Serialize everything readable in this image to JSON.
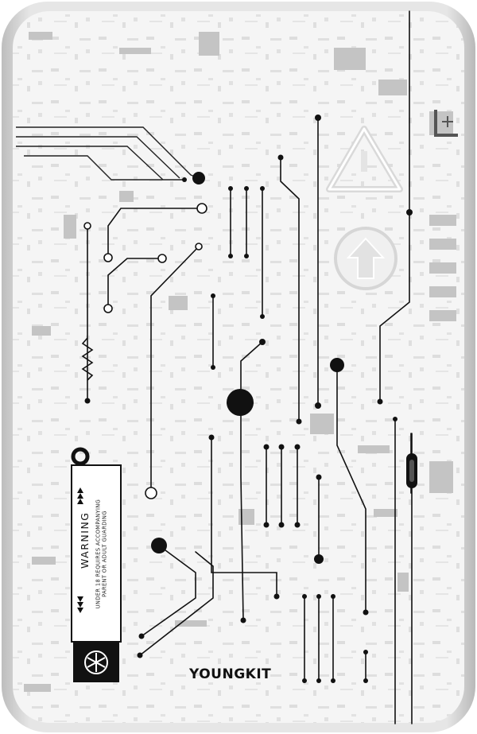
{
  "product": {
    "brand": "YOUNGKIT",
    "warning_title": "WARNING",
    "warning_line_1": "UNDER 18 REQUIRES ACCOMPANYING",
    "warning_line_2": "PARENT OR ADULT GUARDING"
  },
  "colors": {
    "case": "#dcdcdc",
    "board": "#f6f6f6",
    "ink": "#111111",
    "trace_faint": "#9a9a9a"
  },
  "icons": [
    "warning-triangle-icon",
    "up-arrow-icon",
    "battery-plus-icon",
    "hazard-badge-icon",
    "resistor-icon"
  ]
}
